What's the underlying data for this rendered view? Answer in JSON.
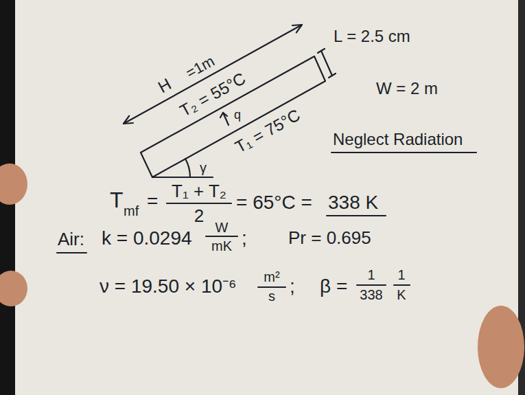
{
  "diagram": {
    "labels": [
      "=1m",
      "H",
      "L = 2.5 cm",
      "T₂ = 55°C",
      "q",
      "T₁ = 75°C",
      "W = 2 m",
      "Neglect Radiation",
      "γ",
      "T",
      "mf",
      "=",
      "T₁ + T₂",
      "2",
      "= 65°C =",
      "338 K",
      "Air:",
      "k = 0.0294",
      "W",
      "mK",
      ";",
      "Pr = 0.695",
      "ν = 19.50 × 10⁻⁶",
      "m²",
      "s",
      ";",
      "β =",
      "1",
      "338",
      "1",
      "K"
    ]
  }
}
